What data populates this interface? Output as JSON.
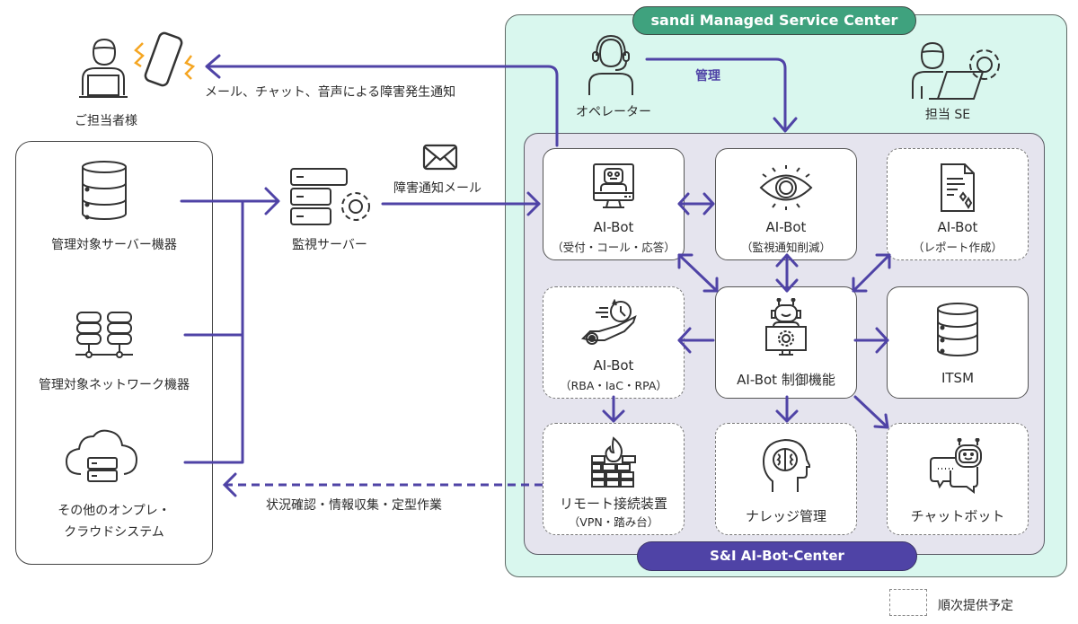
{
  "msc": {
    "title": "sandi Managed Service Center"
  },
  "ai_center": {
    "title": "S&I AI-Bot-Center"
  },
  "people": {
    "customer": "ご担当者様",
    "operator": "オペレーター",
    "se": "担当 SE"
  },
  "flows": {
    "notify": "メール、チャット、音声による障害発生通知",
    "manage": "管理",
    "alert_mail": "障害通知メール",
    "remote_ops": "状況確認・情報収集・定型作業"
  },
  "managed": {
    "servers": "管理対象サーバー機器",
    "network": "管理対象ネットワーク機器",
    "other_line1": "その他のオンプレ・",
    "other_line2": "クラウドシステム"
  },
  "monitor_server": "監視サーバー",
  "cards": [
    {
      "title": "AI-Bot",
      "sub": "（受付・コール・応答）",
      "icon": "robot-monitor-icon",
      "planned": false
    },
    {
      "title": "AI-Bot",
      "sub": "（監視通知削減）",
      "icon": "eye-icon",
      "planned": false
    },
    {
      "title": "AI-Bot",
      "sub": "（レポート作成）",
      "icon": "report-document-icon",
      "planned": true
    },
    {
      "title": "AI-Bot",
      "sub": "（RBA・IaC・RPA）",
      "icon": "robot-hand-clock-icon",
      "planned": true
    },
    {
      "title": "AI-Bot 制御機能",
      "sub": "",
      "icon": "robot-control-icon",
      "planned": false
    },
    {
      "title": "ITSM",
      "sub": "",
      "icon": "database-icon",
      "planned": false
    },
    {
      "title": "リモート接続装置",
      "sub": "（VPN・踏み台）",
      "icon": "firewall-icon",
      "planned": true
    },
    {
      "title": "ナレッジ管理",
      "sub": "",
      "icon": "brain-head-icon",
      "planned": true
    },
    {
      "title": "チャットボット",
      "sub": "",
      "icon": "chatbot-icon",
      "planned": true
    }
  ],
  "legend": {
    "planned": "順次提供予定"
  },
  "colors": {
    "accent": "#4f43a6",
    "msc_green": "#3fa27e",
    "msc_bg": "#d9f7ee",
    "bot_bg": "#e5e4ee",
    "alert": "#f5a623"
  }
}
